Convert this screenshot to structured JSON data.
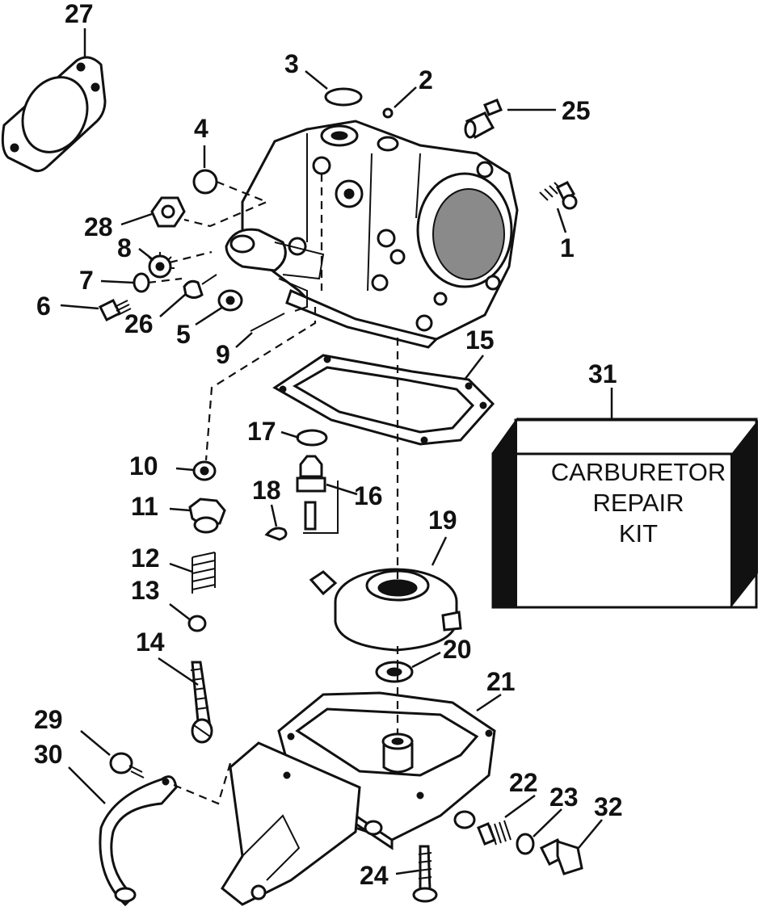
{
  "kit": {
    "lines": [
      "CARBURETOR",
      "REPAIR",
      "KIT"
    ]
  },
  "callouts": [
    "1",
    "2",
    "3",
    "4",
    "5",
    "6",
    "7",
    "8",
    "9",
    "10",
    "11",
    "12",
    "13",
    "14",
    "15",
    "16",
    "17",
    "18",
    "19",
    "20",
    "21",
    "22",
    "23",
    "24",
    "25",
    "26",
    "27",
    "28",
    "29",
    "30",
    "31",
    "32"
  ]
}
